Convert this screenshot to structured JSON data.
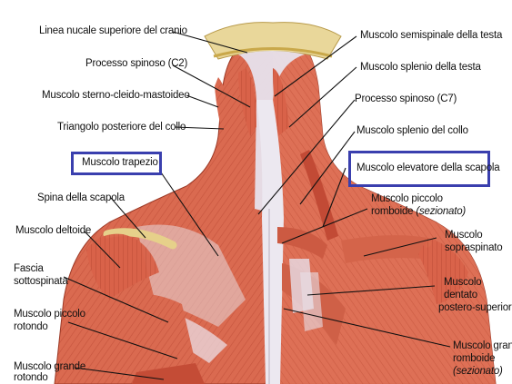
{
  "labels": {
    "linea_nucale": "Linea nucale superiore del cranio",
    "processo_c2": "Processo spinoso (C2)",
    "sterno_cleido": "Muscolo sterno-cleido-mastoideo",
    "triangolo": "Triangolo posteriore del collo",
    "trapezio": "Muscolo trapezio",
    "spina_scapola": "Spina della scapola",
    "deltoide": "Muscolo deltoide",
    "fascia_1": "Fascia",
    "fascia_2": "sottospinata",
    "piccolo_rotondo_1": "Muscolo piccolo",
    "piccolo_rotondo_2": "rotondo",
    "grande_rotondo_1": "Muscolo grande",
    "grande_rotondo_2": "rotondo",
    "semispinale": "Muscolo semispinale della testa",
    "splenio_testa": "Muscolo splenio della testa",
    "processo_c7": "Processo spinoso (C7)",
    "splenio_collo": "Muscolo splenio del collo",
    "elevatore": "Muscolo elevatore della scapola",
    "piccolo_romboide_1": "Muscolo piccolo",
    "piccolo_romboide_2": "romboide",
    "piccolo_romboide_3": "(sezionato)",
    "sopraspinato_1": "Muscolo",
    "sopraspinato_2": "sopraspinato",
    "dentato_1": "Muscolo",
    "dentato_2": "dentato",
    "dentato_3": "postero-superiore",
    "grande_romboide_1": "Muscolo grand",
    "grande_romboide_2": "romboide",
    "grande_romboide_3": "(sezionato)"
  },
  "colors": {
    "highlight_box": "#3a3fae",
    "muscle": "#d9654c",
    "muscle_dark": "#b8442f",
    "tendon": "#e8e4ea",
    "bone": "#e9d79a"
  }
}
